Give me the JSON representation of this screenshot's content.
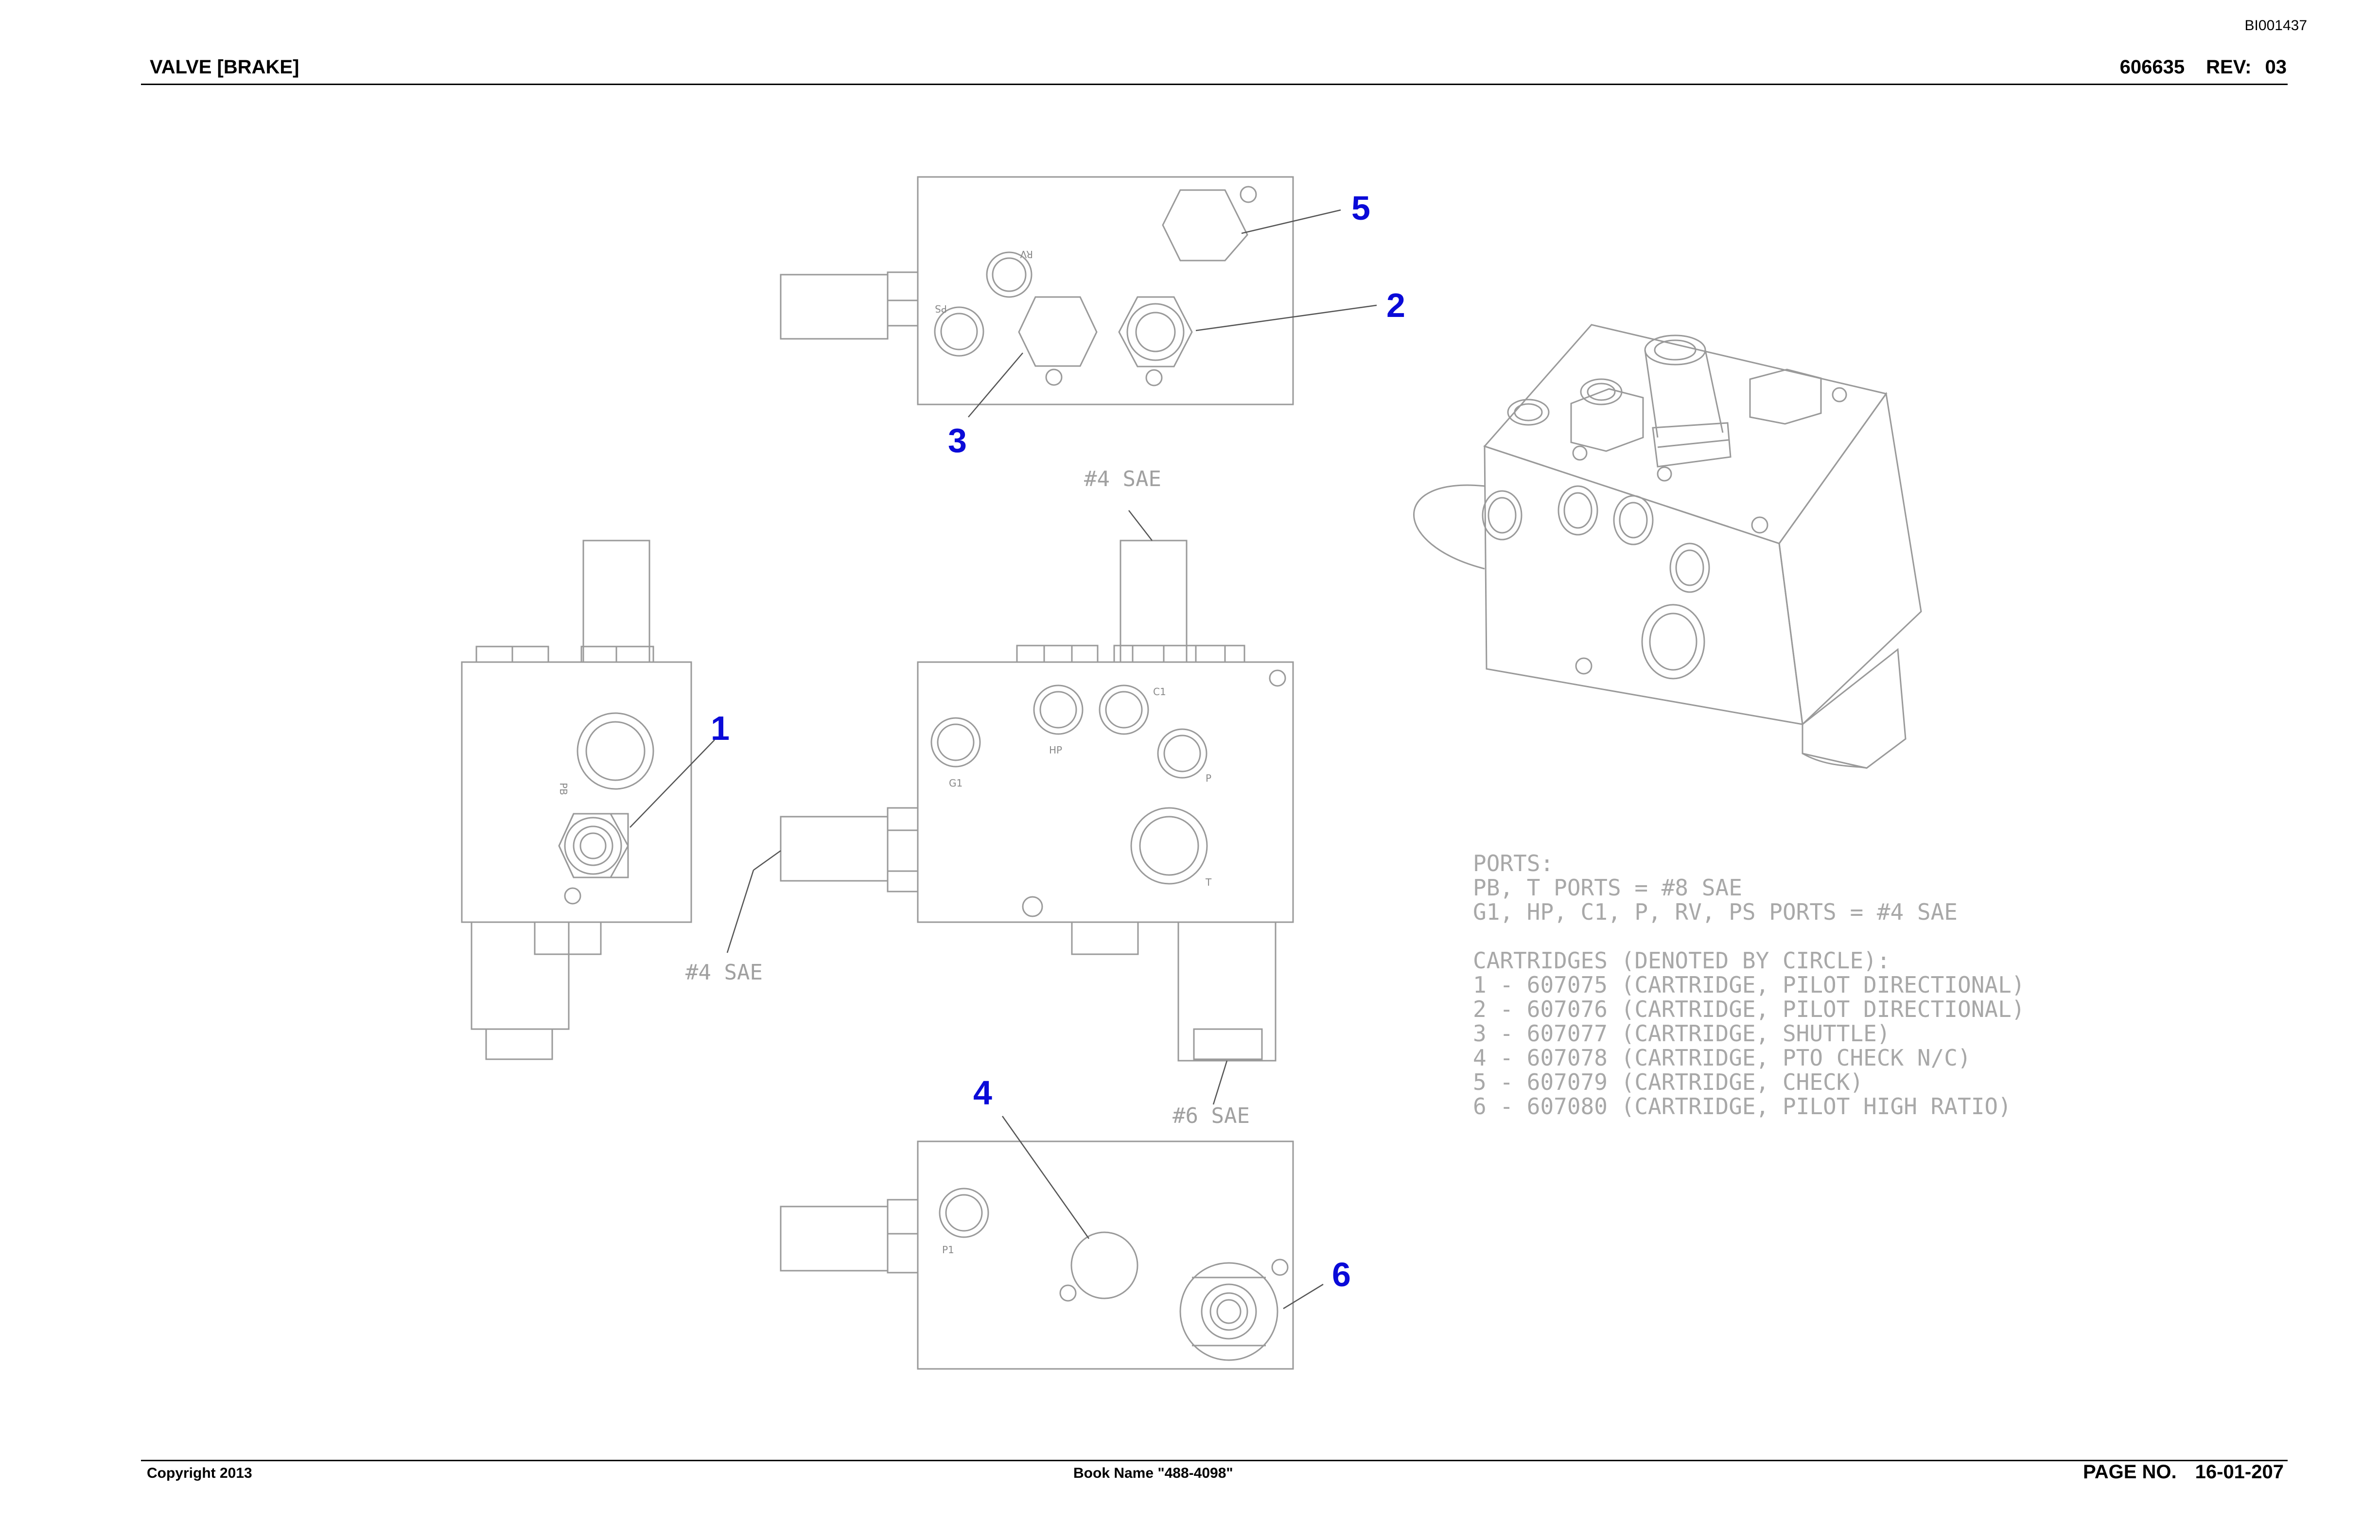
{
  "header": {
    "doc_id": "BI001437",
    "title": "VALVE [BRAKE]",
    "part_number": "606635",
    "rev_label": "REV:",
    "rev_value": "03"
  },
  "footer": {
    "copyright": "Copyright 2013",
    "book_name": "Book Name \"488-4098\"",
    "page_label": "PAGE NO.",
    "page_value": "16-01-207"
  },
  "callouts": [
    "1",
    "2",
    "3",
    "4",
    "5",
    "6"
  ],
  "port_labels": {
    "ps": "PS",
    "rv": "RV",
    "pb": "PB",
    "g1": "G1",
    "hp": "HP",
    "c1": "C1",
    "p": "P",
    "t": "T",
    "p1": "P1"
  },
  "sae_labels": {
    "top": "#4 SAE",
    "left": "#4 SAE",
    "bottom": "#6 SAE"
  },
  "notes": {
    "ports_heading": "PORTS:",
    "ports_line_1": "PB, T PORTS = #8 SAE",
    "ports_line_2": "G1, HP, C1, P, RV, PS PORTS = #4 SAE",
    "cartridges_heading": "CARTRIDGES (DENOTED BY CIRCLE):",
    "cartridges": [
      "1 - 607075 (CARTRIDGE, PILOT DIRECTIONAL)",
      "2 - 607076 (CARTRIDGE, PILOT DIRECTIONAL)",
      "3 - 607077 (CARTRIDGE, SHUTTLE)",
      "4 - 607078 (CARTRIDGE, PTO CHECK N/C)",
      "5 - 607079 (CARTRIDGE, CHECK)",
      "6 - 607080 (CARTRIDGE, PILOT HIGH RATIO)"
    ]
  },
  "colors": {
    "callout": "#0a0ad8",
    "linework": "#9a9a9a"
  }
}
